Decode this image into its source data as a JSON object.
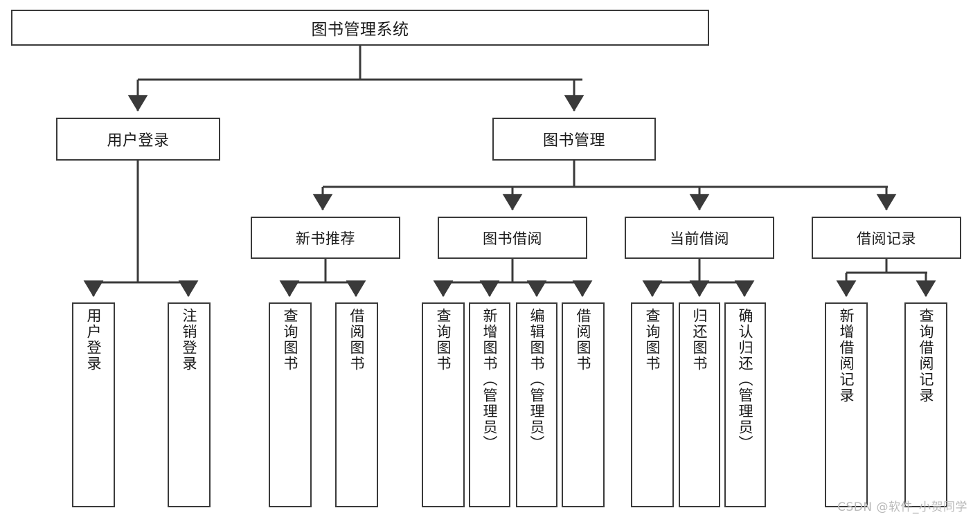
{
  "diagram": {
    "title": "图书管理系统",
    "watermark": "CSDN @软件_小贺同学",
    "stroke_color": "#3a3a3a",
    "text_color": "#1a1a1a",
    "background_color": "#ffffff",
    "watermark_color": "#b9b9b9",
    "root": {
      "id": "root",
      "label": "图书管理系统"
    },
    "level1": [
      {
        "id": "user-login",
        "label": "用户登录"
      },
      {
        "id": "book-management",
        "label": "图书管理"
      }
    ],
    "level2": [
      {
        "id": "new-book-recommend",
        "label": "新书推荐",
        "parent": "book-management"
      },
      {
        "id": "book-borrow",
        "label": "图书借阅",
        "parent": "book-management"
      },
      {
        "id": "current-borrow",
        "label": "当前借阅",
        "parent": "book-management"
      },
      {
        "id": "borrow-record",
        "label": "借阅记录",
        "parent": "book-management"
      }
    ],
    "leaves": [
      {
        "id": "leaf-user-login",
        "label": "用户登录",
        "parent": "user-login"
      },
      {
        "id": "leaf-logout-login",
        "label": "注销登录",
        "parent": "user-login"
      },
      {
        "id": "leaf-query-book-1",
        "label": "查询图书",
        "parent": "new-book-recommend"
      },
      {
        "id": "leaf-borrow-book-1",
        "label": "借阅图书",
        "parent": "new-book-recommend"
      },
      {
        "id": "leaf-query-book-2",
        "label": "查询图书",
        "parent": "book-borrow"
      },
      {
        "id": "leaf-add-book",
        "label": "新增图书（管理员）",
        "parent": "book-borrow"
      },
      {
        "id": "leaf-edit-book",
        "label": "编辑图书（管理员）",
        "parent": "book-borrow"
      },
      {
        "id": "leaf-borrow-book-2",
        "label": "借阅图书",
        "parent": "book-borrow"
      },
      {
        "id": "leaf-query-book-3",
        "label": "查询图书",
        "parent": "current-borrow"
      },
      {
        "id": "leaf-return-book",
        "label": "归还图书",
        "parent": "current-borrow"
      },
      {
        "id": "leaf-confirm-return",
        "label": "确认归还（管理员）",
        "parent": "current-borrow"
      },
      {
        "id": "leaf-add-record",
        "label": "新增借阅记录",
        "parent": "borrow-record"
      },
      {
        "id": "leaf-query-record",
        "label": "查询借阅记录",
        "parent": "borrow-record"
      }
    ]
  }
}
